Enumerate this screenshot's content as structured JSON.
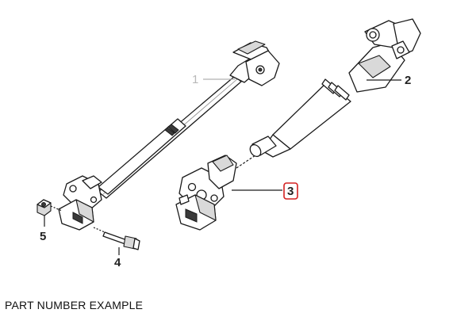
{
  "callouts": [
    {
      "id": "1",
      "label": "1",
      "style": "light"
    },
    {
      "id": "2",
      "label": "2",
      "style": "normal"
    },
    {
      "id": "3",
      "label": "3",
      "style": "highlighted"
    },
    {
      "id": "4",
      "label": "4",
      "style": "normal"
    },
    {
      "id": "5",
      "label": "5",
      "style": "normal"
    }
  ],
  "caption": "PART NUMBER EXAMPLE",
  "colors": {
    "highlight": "#d42020",
    "line": "#1a1a1a",
    "muted_label": "#b8b8b8"
  }
}
